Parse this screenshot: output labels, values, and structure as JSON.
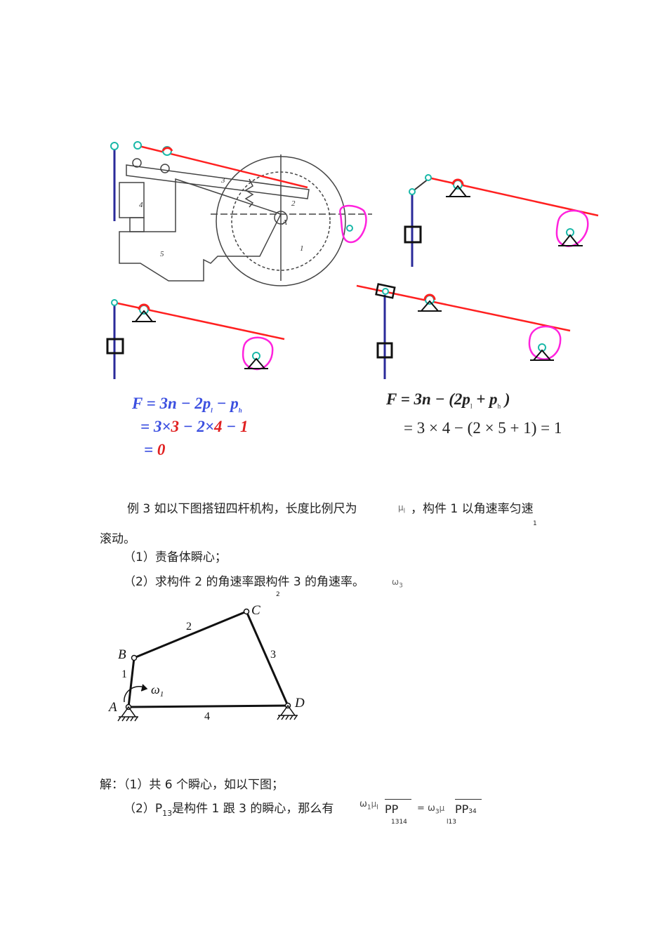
{
  "figure_top": {
    "machine_labels": [
      "1",
      "2",
      "3",
      "4",
      "5",
      "A"
    ]
  },
  "formulas": {
    "left": {
      "line1": "F = 3n − 2p",
      "line1_sub_l": "l",
      "line1_mid": " − p",
      "line1_sub_h": "h",
      "line2_a": "= 3×",
      "line2_n": "3",
      "line2_b": " − 2×",
      "line2_p": "4",
      "line2_c": " − ",
      "line2_ph": "1",
      "line3_a": "= ",
      "line3_result": "0"
    },
    "right": {
      "line1_a": "F",
      "line1_b": " = 3n − (2p",
      "line1_sub_l": "l",
      "line1_c": " + p",
      "line1_sub_h": "h",
      "line1_d": " )",
      "line2": "= 3 × 4 − (2 × 5 + 1) = 1"
    }
  },
  "problem": {
    "line1_a": "例 3 如以下图搭钮四杆机构，长度比例尺为",
    "mu": "μ",
    "mu_sub": "l",
    "line1_b": "，构件 1 以角速率匀速",
    "line1_sub": "1",
    "line2": "滚动。",
    "item1": "（1）责备体瞬心；",
    "item2": "（2）求构件 2 的角速率跟构件 3 的角速率。",
    "item2_sub": "2",
    "omega3": "ω",
    "omega3_sub": "3"
  },
  "linkage": {
    "labels": {
      "A": "A",
      "B": "B",
      "C": "C",
      "D": "D",
      "l1": "1",
      "l2": "2",
      "l3": "3",
      "l4": "4",
      "omega": "ω",
      "omega_sub": "1"
    }
  },
  "solution": {
    "line1": "解：（1）共 6 个瞬心，如以下图；",
    "line2_a": "（2）P",
    "line2_sub": "13",
    "line2_b": "是构件 1 跟 3 的瞬心，那么有",
    "eq": {
      "w1": "ω",
      "w1_sub": "1",
      "mu1": "μ",
      "mu1_sub": "l",
      "pp1": "PP",
      "pp1_sub": "1314",
      "eqw3": "= ω",
      "w3_sub": "3",
      "mu2": "μ",
      "mu2_sub": "l13",
      "pp2": "PP",
      "pp2_sub": "34"
    }
  },
  "colors": {
    "link": "#ff2020",
    "cam": "#ff22dd",
    "pivot": "#19b8a8",
    "rod": "#2a2a9a",
    "blue": "#3b4fe0"
  }
}
